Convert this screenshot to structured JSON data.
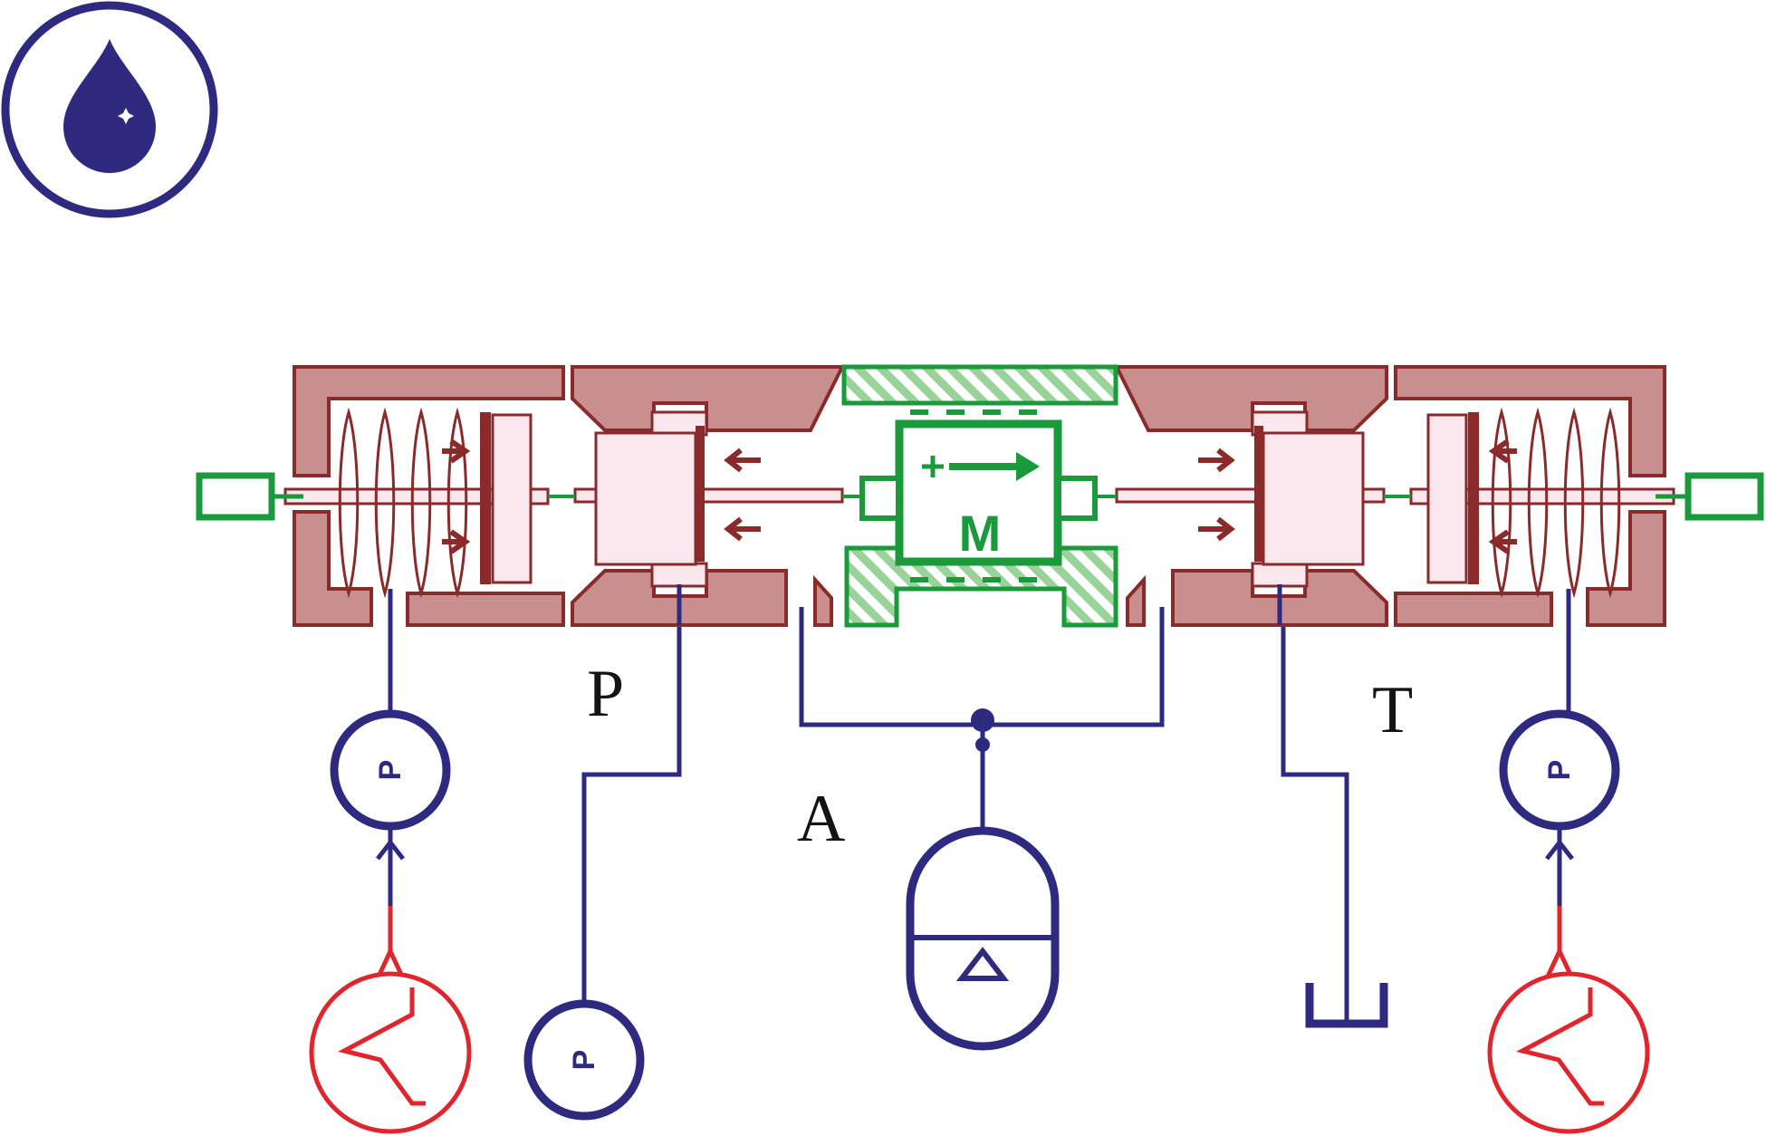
{
  "colors": {
    "hydraulic_line": "#2e2a80",
    "valve_body": "#c98f8f",
    "valve_body_stroke": "#8a2a2a",
    "spool_fill": "#fbe8ee",
    "motor_green": "#1a9a3a",
    "signal_red": "#e0252d"
  },
  "badge": {
    "icon": "oil-drop-icon"
  },
  "ports": {
    "p": "P",
    "a": "A",
    "t": "T"
  },
  "gauges": {
    "left_pilot": "P",
    "pressure_supply": "P",
    "right_pilot": "P"
  },
  "motor": {
    "label": "M"
  }
}
